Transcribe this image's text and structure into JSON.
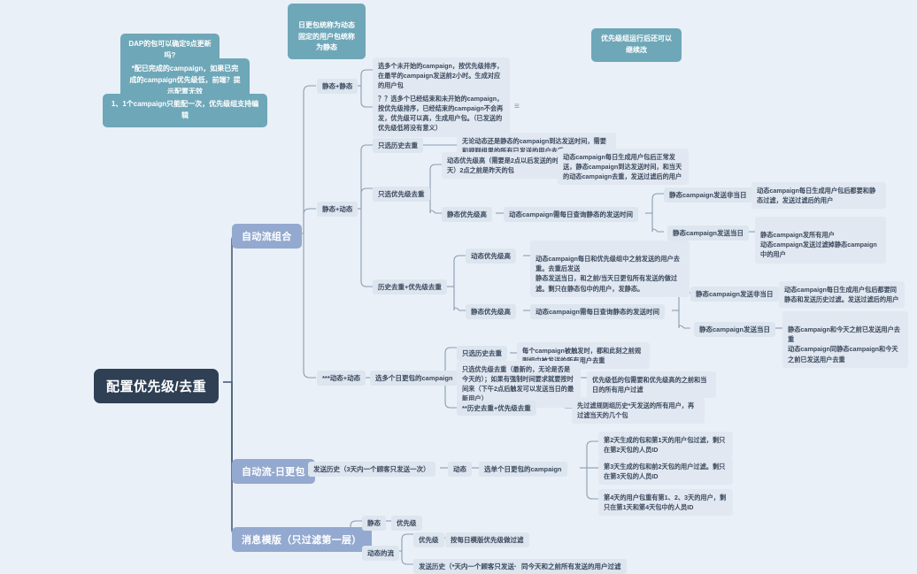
{
  "root": {
    "label": "配置优先级/去重"
  },
  "notes": [
    {
      "id": "note-dap",
      "text": "DAP的包可以确定9点更新吗?"
    },
    {
      "id": "note-completed-campaign",
      "text": "*配已完成的campaign，如果已完成的campaign优先级低，前端？提示配置无效"
    },
    {
      "id": "note-one-time",
      "text": "1、1个campaign只能配一次，优先级组支持编辑"
    },
    {
      "id": "note-daily-package",
      "text": "日更包统称为动态\n固定的用户包统称为静态"
    },
    {
      "id": "note-priority-editable",
      "text": "优先级组运行后还可以继续改"
    }
  ],
  "branches": [
    {
      "id": "auto-flow-combination",
      "label": "自动流组合",
      "children": [
        {
          "id": "static-static",
          "label": "静态+静态",
          "leaves": [
            "选多个未开始的campaign，按优先级排序，在最早的campaign发送前2小时。生成对应的用户包",
            "？？选多个已经结束和未开始的campaign，按优先级排序，已经结束的campaign不会再发，优先级可以高，生成用户包。（已发送的优先级低将没有意义）"
          ]
        },
        {
          "id": "static-dynamic",
          "label": "静态+动态",
          "children": [
            {
              "id": "history-dedup-only",
              "label": "只选历史去重",
              "leaves": [
                "无论动态还是静态的campaign到达发送时间，需要和规则组里的所有已发送的用户去重"
              ]
            },
            {
              "id": "priority-dedup-only",
              "label": "只选优先级去重",
              "children": [
                {
                  "id": "dynamic-priority-high-1",
                  "label": "动态优先级高（需要是2点以后发送的时间，今天）2点之前是昨天的包",
                  "leaves": [
                    "动态campaign每日生成用户包后正常发送，静态campaign到达发送时间，和当天的动态campaign去重，发送过滤后的用户"
                  ]
                },
                {
                  "id": "static-priority-high-1",
                  "label": "静态优先级高",
                  "mid": "动态campaign需每日查询静态的发送时间",
                  "subs": [
                    {
                      "label": "静态campaign发送非当日",
                      "leaf": "动态campaign每日生成用户包后都要和静态过滤，发送过滤后的用户"
                    },
                    {
                      "label": "静态campaign发送当日",
                      "leaf": "静态campaign发所有用户\n动态campaign发送过滤掉静态campaign中的用户"
                    }
                  ]
                }
              ]
            },
            {
              "id": "history-plus-priority",
              "label": "历史去重+优先级去重",
              "children": [
                {
                  "id": "dynamic-priority-high-2",
                  "label": "动态优先级高",
                  "leaves": [
                    "动态campaign每日和优先级组中之前发送的用户去重。去重后发送\n静态发送当日，和之前/当天日更包所有发送的做过滤。剩只在静态包中的用户，发静态。"
                  ]
                },
                {
                  "id": "static-priority-high-2",
                  "label": "静态优先级高",
                  "mid": "动态campaign需每日查询静态的发送时间",
                  "subs": [
                    {
                      "label": "静态campaign发送非当日",
                      "leaf": "动态campaign每日生成用户包后都要同静态和发送历史过滤。发送过滤后的用户"
                    },
                    {
                      "label": "静态campaign发送当日",
                      "leaf": "静态campaign和今天之前已发送用户去重\n动态campaign同静态campaign和今天之前已发送用户去重"
                    }
                  ]
                }
              ]
            }
          ]
        },
        {
          "id": "dynamic-dynamic",
          "label": "***动态+动态",
          "mid": "选多个日更包的campaign",
          "children": [
            {
              "id": "dd-history",
              "label": "只选历史去重",
              "leaf": "每个campaign被触发时，都和此刻之前规则组中被发送的所有用户去重"
            },
            {
              "id": "dd-priority",
              "label": "只选优先级去重（最新的，无论是否是今天的）；如果有强制时间要求就要按时间来（下午2点后触发可以发送当日的最新用户）",
              "leaf": "优先级低的包需要和优先级高的之前和当日的所有用户过滤"
            },
            {
              "id": "dd-both",
              "label": "**历史去重+优先级去重",
              "leaf": "先过滤规则组历史*天发送的所有用户，再过滤当天的几个包"
            }
          ]
        }
      ]
    },
    {
      "id": "auto-flow-daily",
      "label": "自动流-日更包",
      "chain": [
        "发送历史（3天内一个顾客只发送一次）",
        "动态",
        "选单个日更包的campaign"
      ],
      "leaves": [
        "第2天生成的包和第1天的用户包过滤，剩只在第2天包的人员ID",
        "第3天生成的包和前2天包的用户过滤。剩只在第3天包的人员ID",
        "第4天的用户包重有第1、2、3天的用户，剩只在第1天和第4天包中的人员ID"
      ]
    },
    {
      "id": "message-template",
      "label": "消息模版（只过滤第一层）",
      "children": [
        {
          "id": "mt-static",
          "label": "静态",
          "leaf": "优先级"
        },
        {
          "id": "mt-dynamic",
          "label": "动态的流",
          "subs": [
            {
              "label": "优先级",
              "leaf": "按每日模版优先级做过滤"
            },
            {
              "label": "发送历史（*天内一个顾客只发送一次）",
              "leaf": "同今天和之前所有发送的用户过滤"
            }
          ]
        }
      ]
    }
  ],
  "colors": {
    "background": "#e9f0f7",
    "root": "#2f4055",
    "level1": "#94a9cf",
    "branch_label": "#dde5ef",
    "leaf": "#e2e8f1",
    "note": "#6ea7b8",
    "line": "#4a5d77",
    "line_light": "#8b9cb3",
    "text_dark": "#3b4a5e"
  }
}
